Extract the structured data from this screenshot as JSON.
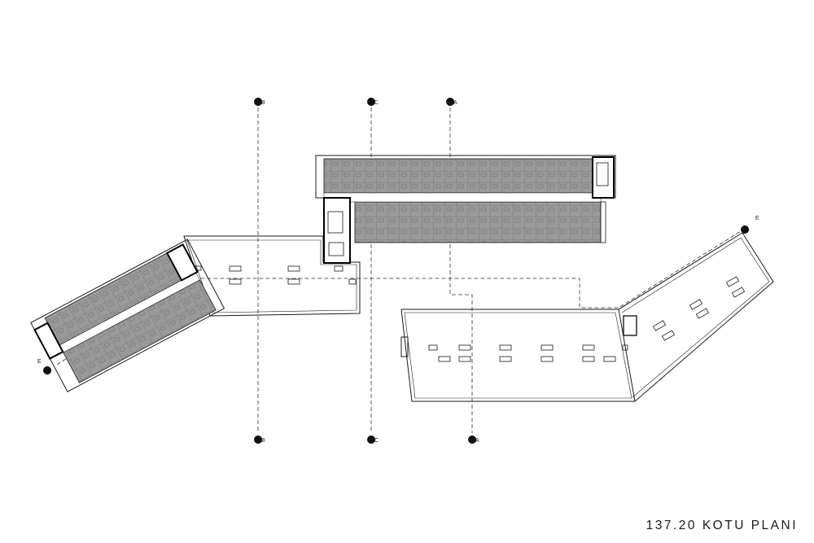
{
  "plan": {
    "title": "137.20 KOTU PLANI"
  },
  "section_markers": {
    "vertical_left": "B",
    "vertical_middle": "C",
    "vertical_right": "A",
    "horizontal": "E"
  },
  "colors": {
    "line": "#1a1a1a",
    "room_fill": "#9a9a9a",
    "hatch": "#6f6f6f",
    "background": "#ffffff"
  }
}
